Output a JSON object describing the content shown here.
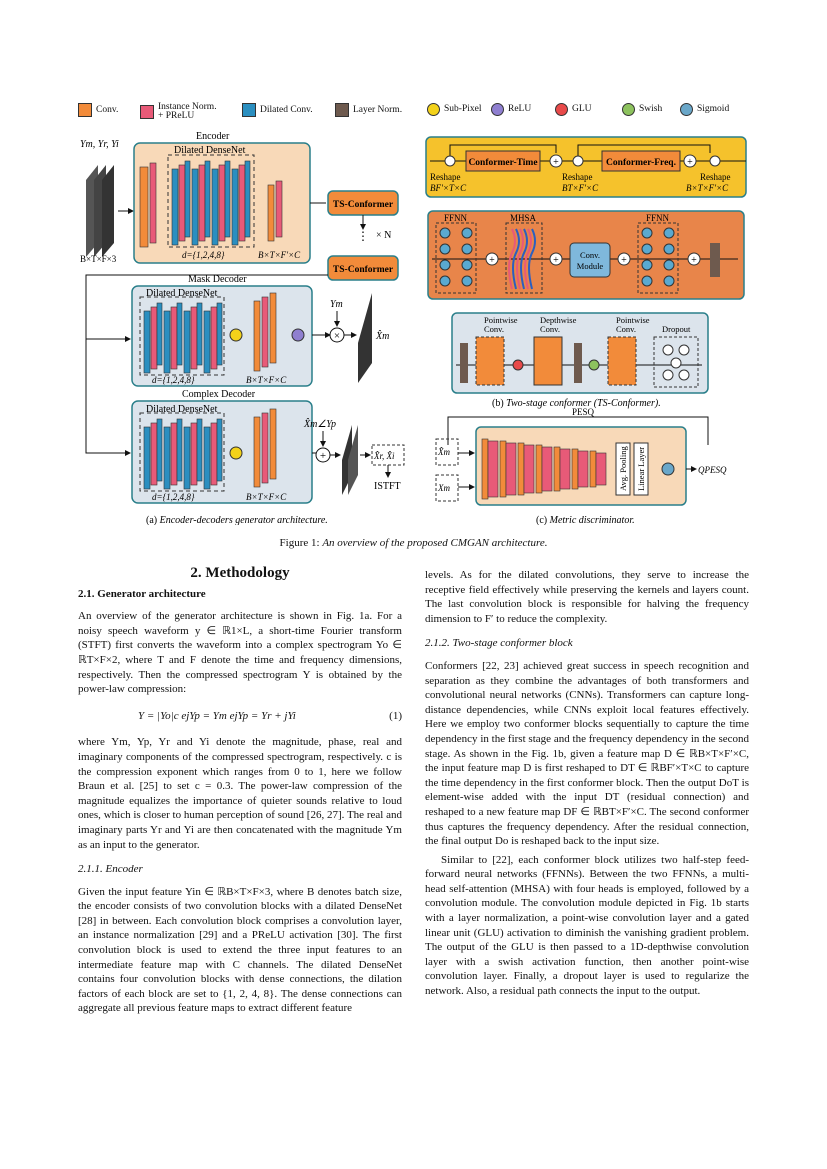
{
  "legend": [
    {
      "label": "Conv.",
      "color": "#f28b3a",
      "kind": "box"
    },
    {
      "label": "Instance Norm.\n+ PReLU",
      "color": "#e85a78",
      "kind": "box"
    },
    {
      "label": "Dilated Conv.",
      "color": "#2b8fc0",
      "kind": "box"
    },
    {
      "label": "Layer Norm.",
      "color": "#6e5a4e",
      "kind": "box"
    },
    {
      "label": "Sub-Pixel",
      "color": "#f3d21a",
      "kind": "circle"
    },
    {
      "label": "ReLU",
      "color": "#8f7fd0",
      "kind": "circle"
    },
    {
      "label": "GLU",
      "color": "#e84a4a",
      "kind": "circle"
    },
    {
      "label": "Swish",
      "color": "#8dc25e",
      "kind": "circle"
    },
    {
      "label": "Sigmoid",
      "color": "#6aa7c9",
      "kind": "circle"
    }
  ],
  "figure": {
    "encoder_title": "Encoder",
    "dilated_densenet": "Dilated DenseNet",
    "dilation": "d={1,2,4,8}",
    "input_label": "Ym, Yr, Yi",
    "input_shape": "B×T×F×3",
    "enc_out_shape": "B×T×F'×C",
    "ts_conformer": "TS-Conformer",
    "repeat": "× N",
    "mask_decoder": "Mask Decoder",
    "complex_decoder": "Complex Decoder",
    "dec_shape": "B×T×F×C",
    "ym": "Ym",
    "xm_hat": "X̂m",
    "xm_angle": "X̂m∠Yp",
    "xr_xi": "X̂r, X̂i",
    "istft": "ISTFT",
    "conformer_time": "Conformer-Time",
    "conformer_freq": "Conformer-Freq.",
    "reshape": "Reshape",
    "shape1": "BF'×T×C",
    "shape2": "BT×F'×C",
    "shape3": "B×T×F'×C",
    "ffnn": "FFNN",
    "mhsa": "MHSA",
    "conv_module": "Conv. Module",
    "pointwise": "Pointwise Conv.",
    "depthwise": "Depthwise Conv.",
    "dropout": "Dropout",
    "pesq": "PESQ",
    "avg_pool": "Avg. Pooling",
    "linear": "Linear Layer",
    "qpesq": "QPESQ",
    "xm_hat2": "X̂m",
    "xm2": "Xm"
  },
  "captions": {
    "a_prefix": "(a) ",
    "a": "Encoder-decoders generator architecture.",
    "b_prefix": "(b) ",
    "b": "Two-stage conformer (TS-Conformer).",
    "c_prefix": "(c) ",
    "c": "Metric discriminator.",
    "fig_prefix": "Figure 1: ",
    "fig": "An overview of the proposed CMGAN architecture."
  },
  "left": {
    "section": "2.  Methodology",
    "sub1": "2.1.  Generator architecture",
    "p1": "An overview of the generator architecture is shown in Fig. 1a. For a noisy speech waveform y ∈ ℝ1×L, a short-time Fourier transform (STFT) first converts the waveform into a complex spectrogram Yo ∈ ℝT×F×2, where T and F denote the time and frequency dimensions, respectively. Then the compressed spectrogram Y is obtained by the power-law compression:",
    "eq": "Y = |Yo|c ejYp = Ym ejYp = Yr + jYi",
    "eq_no": "(1)",
    "p2": "where Ym, Yp, Yr and Yi denote the magnitude, phase, real and imaginary components of the compressed spectrogram, respectively. c is the compression exponent which ranges from 0 to 1, here we follow Braun et al. [25] to set c = 0.3. The power-law compression of the magnitude equalizes the importance of quieter sounds relative to loud ones, which is closer to human perception of sound [26, 27]. The real and imaginary parts Yr and Yi are then concatenated with the magnitude Ym as an input to the generator.",
    "sub2": "2.1.1.  Encoder",
    "p3": "Given the input feature Yin ∈ ℝB×T×F×3, where B denotes batch size, the encoder consists of two convolution blocks with a dilated DenseNet [28] in between. Each convolution block comprises a convolution layer, an instance normalization [29] and a PReLU activation [30]. The first convolution block is used to extend the three input features to an intermediate feature map with C channels. The dilated DenseNet contains four convolution blocks with dense connections, the dilation factors of each block are set to {1, 2, 4, 8}. The dense connections can aggregate all previous feature maps to extract different feature"
  },
  "right": {
    "p1": "levels. As for the dilated convolutions, they serve to increase the receptive field effectively while preserving the kernels and layers count. The last convolution block is responsible for halving the frequency dimension to F′ to reduce the complexity.",
    "sub": "2.1.2.  Two-stage conformer block",
    "p2": "Conformers [22, 23] achieved great success in speech recognition and separation as they combine the advantages of both transformers and convolutional neural networks (CNNs). Transformers can capture long-distance dependencies, while CNNs exploit local features effectively. Here we employ two conformer blocks sequentially to capture the time dependency in the first stage and the frequency dependency in the second stage. As shown in the Fig. 1b, given a feature map D ∈ ℝB×T×F′×C, the input feature map D is first reshaped to DT ∈ ℝBF′×T×C to capture the time dependency in the first conformer block. Then the output DoT is element-wise added with the input DT (residual connection) and reshaped to a new feature map DF ∈ ℝBT×F′×C. The second conformer thus captures the frequency dependency. After the residual connection, the final output Do is reshaped back to the input size.",
    "p3": "Similar to [22], each conformer block utilizes two half-step feed-forward neural networks (FFNNs). Between the two FFNNs, a multi-head self-attention (MHSA) with four heads is employed, followed by a convolution module. The convolution module depicted in Fig. 1b starts with a layer normalization, a point-wise convolution layer and a gated linear unit (GLU) activation to diminish the vanishing gradient problem. The output of the GLU is then passed to a 1D-depthwise convolution layer with a swish activation function, then another point-wise convolution layer. Finally, a dropout layer is used to regularize the network. Also, a residual path connects the input to the output."
  }
}
